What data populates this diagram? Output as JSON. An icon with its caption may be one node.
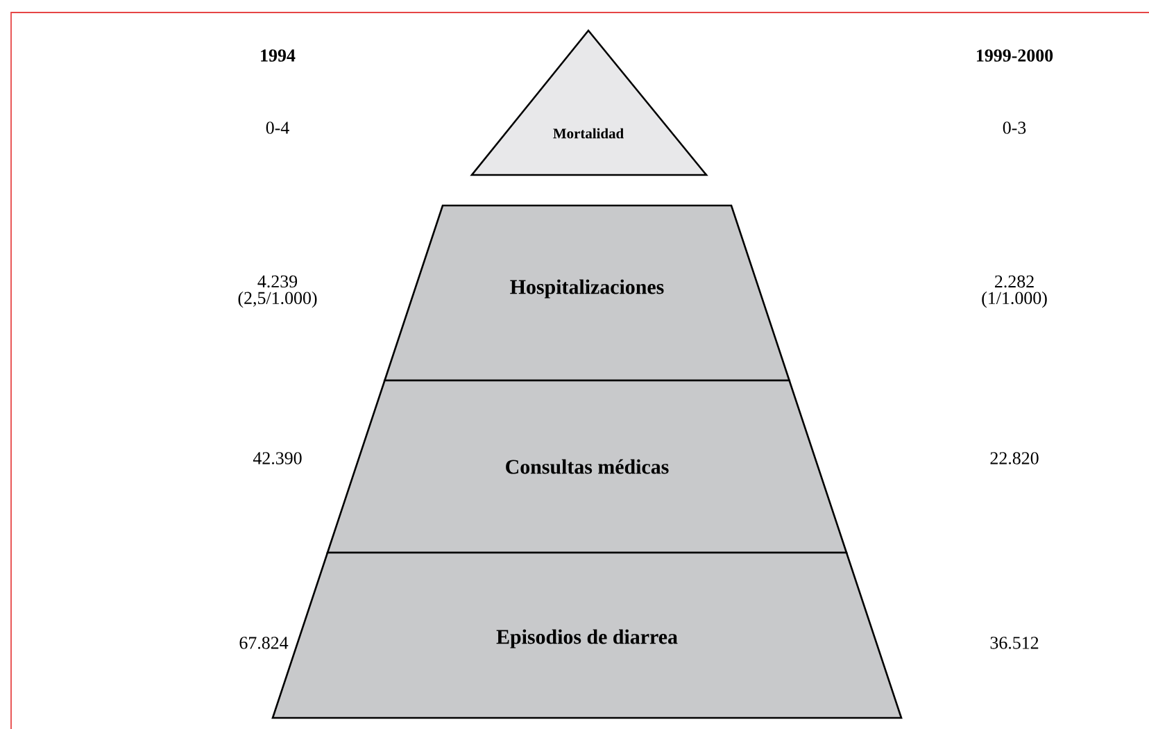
{
  "diagram": {
    "nodes": [
      {
        "text": [
          "Mortalidad"
        ]
      },
      {
        "text": [
          "Hospitalizaciones"
        ]
      },
      {
        "text": [
          "Consultas médicas"
        ]
      },
      {
        "text": [
          "Episodios de diarrea"
        ]
      }
    ],
    "labels": [
      "1994",
      "1999-2000",
      "0-4",
      "0-3",
      "4.239 (2,5/1.000)",
      "2.282 (1/1.000)",
      "42.390",
      "22.820",
      "67.824",
      "36.512"
    ]
  }
}
